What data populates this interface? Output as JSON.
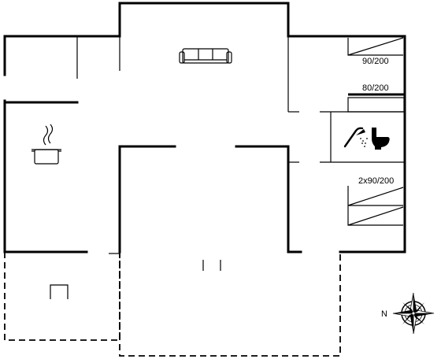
{
  "beds": {
    "bed1": "90/200",
    "bed2": "80/200",
    "bed3": "2x90/200"
  },
  "compass": {
    "north_label": "N"
  },
  "icons": [
    "sofa-icon",
    "cooking-pot-icon",
    "shower-icon",
    "toilet-icon",
    "compass-rose-icon"
  ]
}
